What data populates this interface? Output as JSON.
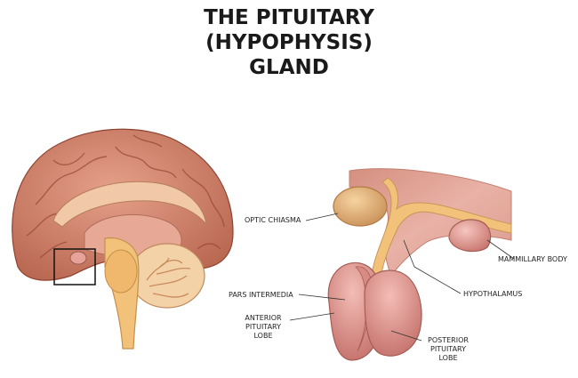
{
  "title": {
    "line1": "THE PITUITARY",
    "line2": "(HYPOPHYSIS)",
    "line3": "GLAND"
  },
  "labels": {
    "optic_chiasma": "OPTIC CHIASMA",
    "mammillary_body": "MAMMILLARY BODY",
    "pars_intermedia": "PARS INTERMEDIA",
    "hypothalamus": "HYPOTHALAMUS",
    "anterior_lobe": [
      "ANTERIOR",
      "PITUITARY",
      "LOBE"
    ],
    "posterior_lobe": [
      "POSTERIOR",
      "PITUITARY",
      "LOBE"
    ]
  },
  "colors": {
    "brain_cortex": "#d9866e",
    "brain_dark": "#a8563f",
    "stalk_yellow": "#f2c27a",
    "gland_pink": "#e8a39d",
    "tissue_pink": "#e6a59a",
    "cerebellum_tan": "#f0c99a"
  }
}
